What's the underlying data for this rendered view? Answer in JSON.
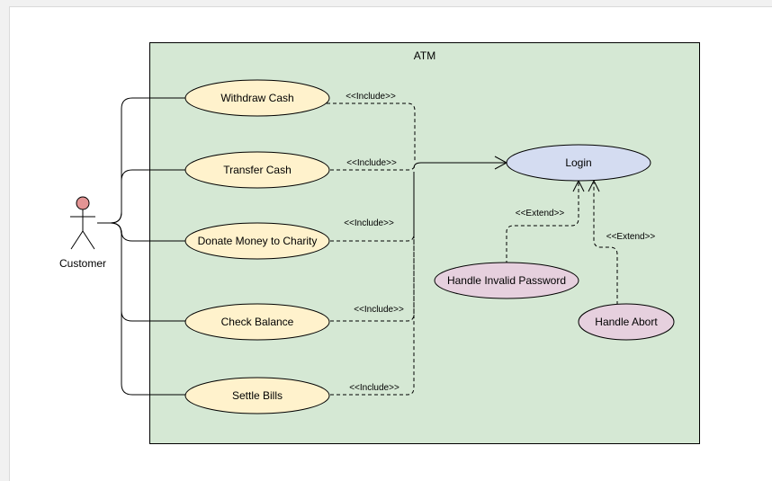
{
  "diagram": {
    "system_boundary": {
      "title": "ATM"
    },
    "actor": {
      "name": "Customer"
    },
    "use_cases": [
      {
        "id": "withdraw",
        "label": "Withdraw Cash"
      },
      {
        "id": "transfer",
        "label": "Transfer Cash"
      },
      {
        "id": "donate",
        "label": "Donate Money to Charity"
      },
      {
        "id": "balance",
        "label": "Check Balance"
      },
      {
        "id": "bills",
        "label": "Settle Bills"
      },
      {
        "id": "login",
        "label": "Login"
      },
      {
        "id": "invalid",
        "label": "Handle Invalid Password"
      },
      {
        "id": "abort",
        "label": "Handle Abort"
      }
    ],
    "relations": [
      {
        "type": "include",
        "from": "withdraw",
        "to": "login",
        "label": "<<Include>>"
      },
      {
        "type": "include",
        "from": "transfer",
        "to": "login",
        "label": "<<Include>>"
      },
      {
        "type": "include",
        "from": "donate",
        "to": "login",
        "label": "<<Include>>"
      },
      {
        "type": "include",
        "from": "balance",
        "to": "login",
        "label": "<<Include>>"
      },
      {
        "type": "include",
        "from": "bills",
        "to": "login",
        "label": "<<Include>>"
      },
      {
        "type": "extend",
        "from": "invalid",
        "to": "login",
        "label": "<<Extend>>"
      },
      {
        "type": "extend",
        "from": "abort",
        "to": "login",
        "label": "<<Extend>>"
      }
    ],
    "colors": {
      "boundary_fill": "#d5e8d4",
      "primary_use_case_fill": "#fff2cc",
      "login_fill": "#d4dcf1",
      "extension_fill": "#e6d0de",
      "actor_head_fill": "#e39494",
      "stroke": "#000000"
    }
  }
}
